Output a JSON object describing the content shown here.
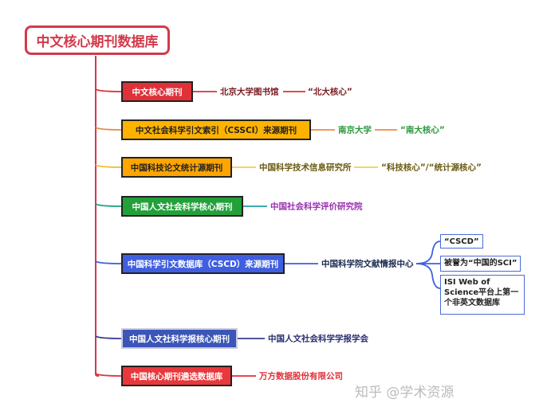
{
  "root": {
    "title": "中文核心期刊数据库"
  },
  "branches": [
    {
      "label": "中文核心期刊",
      "source": "北京大学图书馆",
      "alias": "“北大核心”",
      "color": "#e03038"
    },
    {
      "label": "中文社会科学引文索引（CSSCI）来源期刊",
      "source": "南京大学",
      "alias": "“南大核心”",
      "color": "#ffb300"
    },
    {
      "label": "中国科技论文统计源期刊",
      "source": "中国科学技术信息研究所",
      "alias": "“科技核心”/“统计源核心”",
      "color": "#ffa500"
    },
    {
      "label": "中国人文社会科学核心期刊",
      "source": "中国社会科学评价研究院",
      "color": "#22a03a"
    },
    {
      "label": "中国科学引文数据库（CSCD）来源期刊",
      "source": "中国科学院文献情报中心",
      "color": "#3f5fe0",
      "details": [
        "“CSCD”",
        "被誉为“中国的SCI”",
        "ISI Web of Science平台上第一个非英文数据库"
      ]
    },
    {
      "label": "中国人文社科学报核心期刊",
      "source": "中国人文社会科学学报学会",
      "color": "#3b55b8"
    },
    {
      "label": "中国核心期刊遴选数据库",
      "source": "万方数据股份有限公司",
      "color": "#e8383c"
    }
  ],
  "watermark": "知乎 @学术资源"
}
